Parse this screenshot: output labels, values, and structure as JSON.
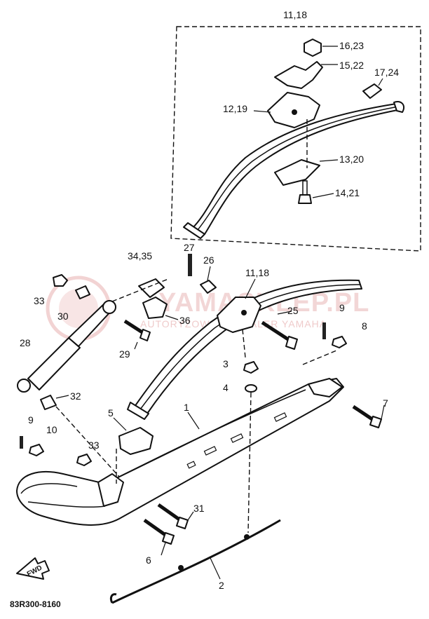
{
  "diagram": {
    "part_code": "83R300-8160",
    "direction_badge": "FWD",
    "watermark": {
      "brand": "YAMASKLEP.PL",
      "tagline": "AUTORYZOWANY DEALER YAMAHA"
    },
    "callouts": [
      {
        "id": "c-11-18-top",
        "text": "11,18"
      },
      {
        "id": "c-16-23",
        "text": "16,23"
      },
      {
        "id": "c-15-22",
        "text": "15,22"
      },
      {
        "id": "c-17-24",
        "text": "17,24"
      },
      {
        "id": "c-12-19",
        "text": "12,19"
      },
      {
        "id": "c-13-20",
        "text": "13,20"
      },
      {
        "id": "c-14-21",
        "text": "14,21"
      },
      {
        "id": "c-27",
        "text": "27"
      },
      {
        "id": "c-34-35",
        "text": "34,35"
      },
      {
        "id": "c-26",
        "text": "26"
      },
      {
        "id": "c-11-18-mid",
        "text": "11,18"
      },
      {
        "id": "c-33-top",
        "text": "33"
      },
      {
        "id": "c-30",
        "text": "30"
      },
      {
        "id": "c-36",
        "text": "36"
      },
      {
        "id": "c-25",
        "text": "25"
      },
      {
        "id": "c-9-right",
        "text": "9"
      },
      {
        "id": "c-8",
        "text": "8"
      },
      {
        "id": "c-29",
        "text": "29"
      },
      {
        "id": "c-28",
        "text": "28"
      },
      {
        "id": "c-3",
        "text": "3"
      },
      {
        "id": "c-4",
        "text": "4"
      },
      {
        "id": "c-7",
        "text": "7"
      },
      {
        "id": "c-32",
        "text": "32"
      },
      {
        "id": "c-1",
        "text": "1"
      },
      {
        "id": "c-5",
        "text": "5"
      },
      {
        "id": "c-9-left",
        "text": "9"
      },
      {
        "id": "c-10",
        "text": "10"
      },
      {
        "id": "c-33-bottom",
        "text": "33"
      },
      {
        "id": "c-31",
        "text": "31"
      },
      {
        "id": "c-6",
        "text": "6"
      },
      {
        "id": "c-2",
        "text": "2"
      }
    ]
  }
}
